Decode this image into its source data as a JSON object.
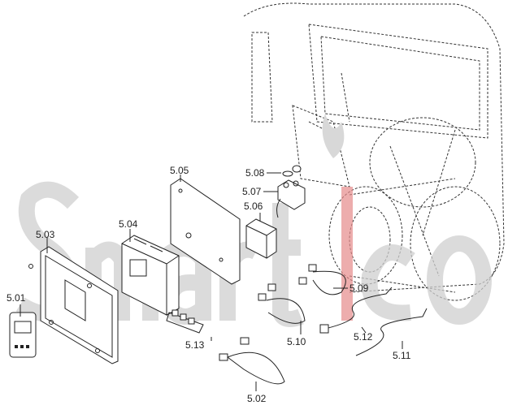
{
  "watermark": {
    "text": "Smartico",
    "accent_color": "#e05555"
  },
  "labels": {
    "p501": "5.01",
    "p502": "5.02",
    "p503": "5.03",
    "p504": "5.04",
    "p505": "5.05",
    "p506": "5.06",
    "p507": "5.07",
    "p508": "5.08",
    "p509": "5.09",
    "p510": "5.10",
    "p511": "5.11",
    "p512": "5.12",
    "p513": "5.13"
  }
}
